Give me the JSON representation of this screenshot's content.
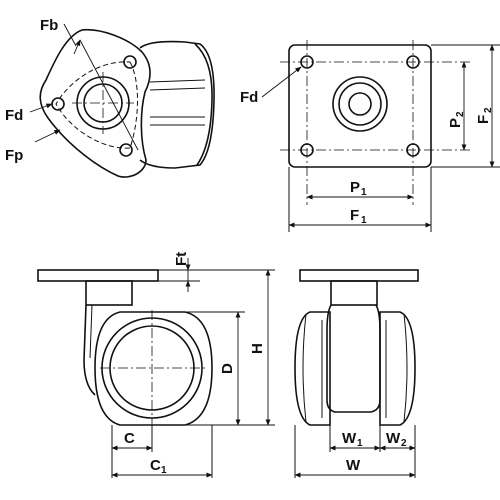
{
  "labels": {
    "fb": "Fb",
    "fd_left": "Fd",
    "fp": "Fp",
    "fd_right": "Fd",
    "p1": "P",
    "p1_sub": "1",
    "f1": "F",
    "f1_sub": "1",
    "p2": "P",
    "p2_sub": "2",
    "f2": "F",
    "f2_sub": "2",
    "ft": "Ft",
    "h": "H",
    "d": "D",
    "c": "C",
    "c1": "C",
    "c1_sub": "1",
    "w": "W",
    "w1": "W",
    "w1_sub": "1",
    "w2": "W",
    "w2_sub": "2"
  }
}
